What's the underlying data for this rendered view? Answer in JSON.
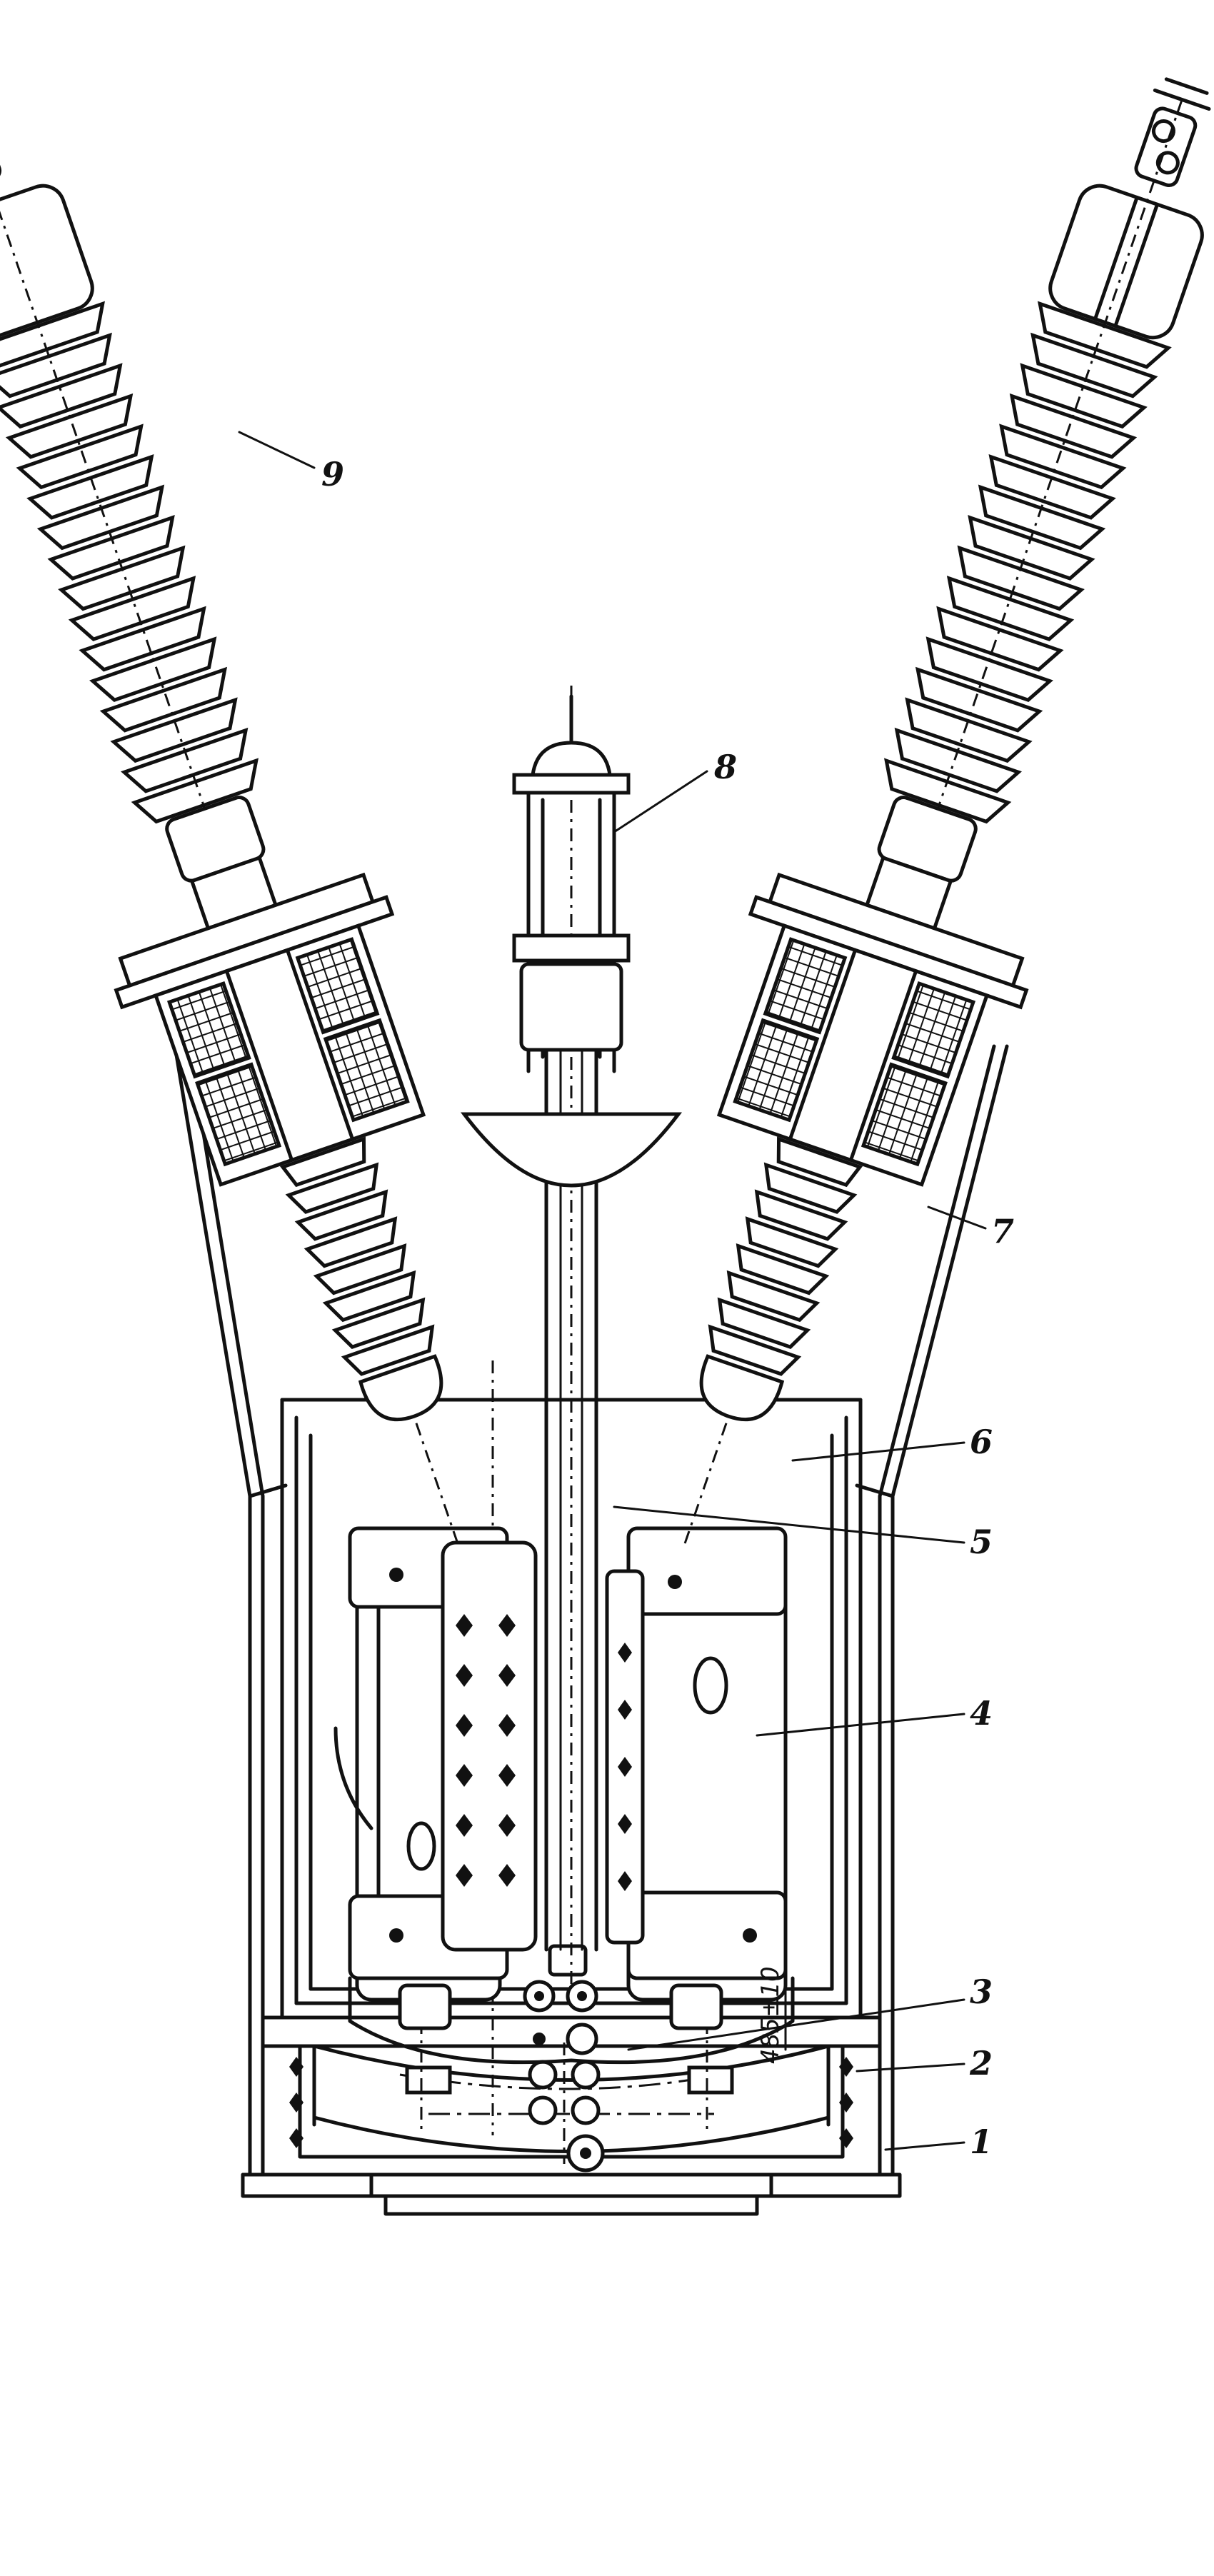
{
  "diagram": {
    "callouts": [
      {
        "id": "1",
        "text": "1"
      },
      {
        "id": "2",
        "text": "2"
      },
      {
        "id": "3",
        "text": "3"
      },
      {
        "id": "4",
        "text": "4"
      },
      {
        "id": "5",
        "text": "5"
      },
      {
        "id": "6",
        "text": "6"
      },
      {
        "id": "7",
        "text": "7"
      },
      {
        "id": "8",
        "text": "8"
      },
      {
        "id": "9",
        "text": "9"
      }
    ],
    "dimension_text": "485±10"
  }
}
